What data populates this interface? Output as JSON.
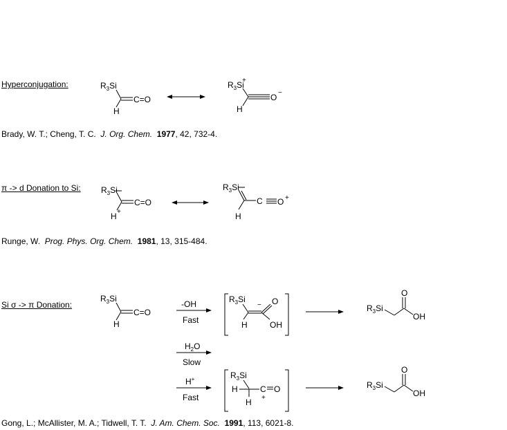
{
  "sections": [
    {
      "label": "Hyperconjugation:",
      "reference": {
        "authors": "Brady, W. T.; Cheng, T. C.",
        "journal": "J. Org. Chem.",
        "year": "1977",
        "rest": ", 42, 732-4."
      }
    },
    {
      "label": "π -> d Donation to Si:",
      "reference": {
        "authors": "Runge, W.",
        "journal": "Prog. Phys. Org. Chem.",
        "year": "1981",
        "rest": ", 13, 315-484."
      }
    },
    {
      "label": "Si σ -> π Donation:",
      "reference": {
        "authors": "Gong, L.; McAllister, M. A.; Tidwell, T. T.",
        "journal": "J. Am. Chem. Soc.",
        "year": "1991",
        "rest": ", 113, 6021-8."
      }
    }
  ],
  "reagents": {
    "hydroxide": "-OH",
    "fast_1": "Fast",
    "water": "H2O",
    "slow": "Slow",
    "proton": "H+",
    "fast_2": "Fast"
  }
}
